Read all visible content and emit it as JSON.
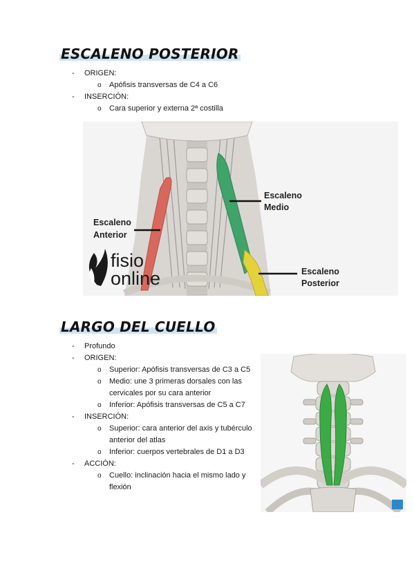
{
  "section1": {
    "title": "ESCALENO POSTERIOR",
    "items": [
      {
        "label": "ORIGEN:",
        "sub": [
          "Apófisis transversas de C4 a C6"
        ]
      },
      {
        "label": "INSERCIÓN:",
        "sub": [
          "Cara superior y externa 2ª costilla"
        ]
      }
    ],
    "figure": {
      "label_medio": [
        "Escaleno",
        "Medio"
      ],
      "label_anterior": [
        "Escaleno",
        "Anterior"
      ],
      "label_posterior": [
        "Escaleno",
        "Posterior"
      ],
      "logo": [
        "fisio",
        "online"
      ],
      "colors": {
        "anterior": "#d9685c",
        "medio": "#3fa36a",
        "posterior": "#e4d23a"
      }
    }
  },
  "section2": {
    "title": "LARGO DEL CUELLO",
    "items": [
      {
        "label": "Profundo",
        "sub": []
      },
      {
        "label": "ORIGEN:",
        "sub": [
          "Superior: Apófisis transversas de C3 a C5",
          "Medio: une 3 primeras dorsales con las cervicales por su cara anterior",
          "Inferior: Apófisis transversas de C5 a C7"
        ]
      },
      {
        "label": "INSERCIÓN:",
        "sub": [
          "Superior: cara anterior del axis y tubérculo anterior del atlas",
          "Inferior: cuerpos vertebrales de D1 a D3"
        ]
      },
      {
        "label": "ACCIÓN:",
        "sub": [
          "Cuello: inclinación hacia el mismo lado y flexión"
        ]
      }
    ],
    "figure": {
      "muscle_color": "#3cab46"
    }
  }
}
